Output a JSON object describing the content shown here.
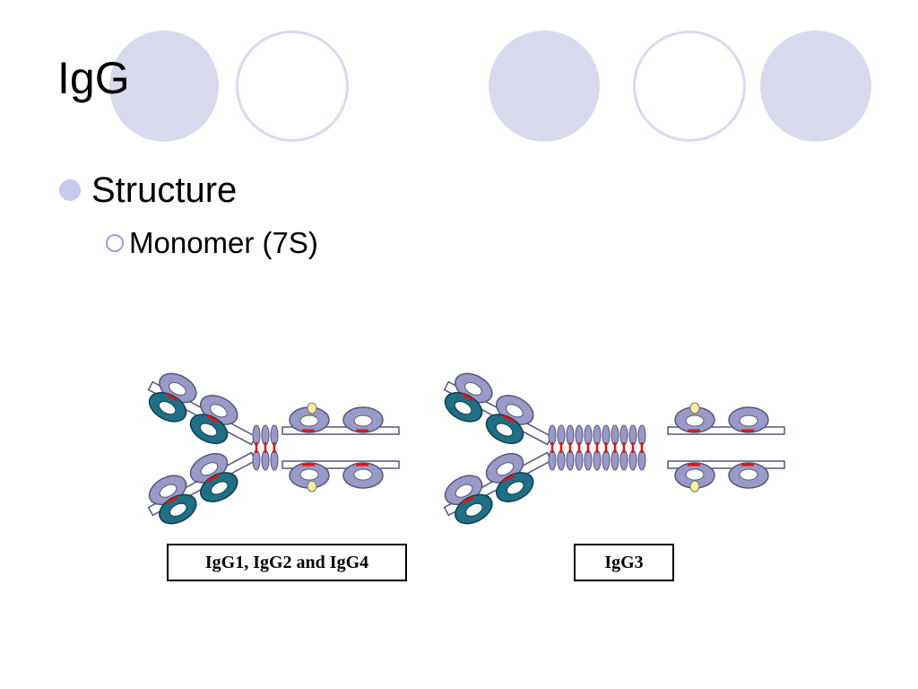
{
  "slide": {
    "title": "IgG",
    "bullet": "Structure",
    "subbullet": "Monomer (7S)"
  },
  "diagrams": [
    {
      "caption": "IgG1, IgG2 and IgG4",
      "hinge_segments": 3
    },
    {
      "caption": "IgG3",
      "hinge_segments": 11
    }
  ],
  "colors": {
    "decor": "#d9d9ee",
    "domain": "#9a9ac8",
    "light_chain": "#1f6f86",
    "disulfide": "#e01515",
    "carbohydrate": "#f4f0a0"
  }
}
